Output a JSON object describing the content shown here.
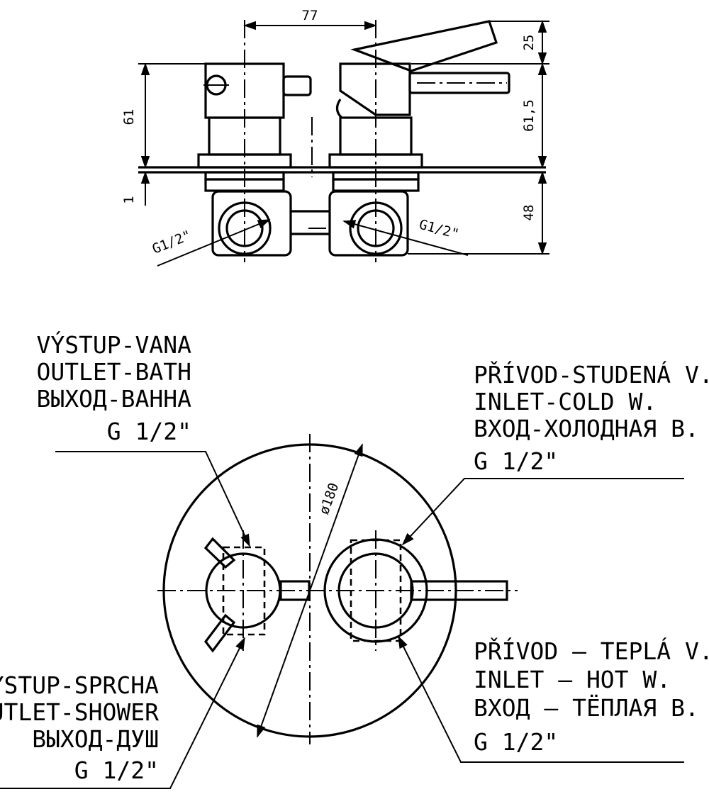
{
  "dimensions": {
    "spacing": "77",
    "lever_height": "25",
    "left_body_height": "61",
    "right_body_height": "61,5",
    "plate": "1",
    "depth": "48",
    "thread_left": "G1/2\"",
    "thread_right": "G1/2\"",
    "plate_diameter": "ø180"
  },
  "labels": {
    "outlet_bath": [
      "VÝSTUP-VANA",
      "OUTLET-BATH",
      "ВЫХОД-ВАННА",
      "G 1/2\""
    ],
    "inlet_cold": [
      "PŘÍVOD-STUDENÁ V.",
      "INLET-COLD W.",
      "ВХОД-ХОЛОДНАЯ В.",
      "G 1/2\""
    ],
    "inlet_hot": [
      "PŘÍVOD – TEPLÁ V.",
      "INLET – HOT W.",
      "ВХОД – ТЁПЛАЯ В.",
      "G 1/2\""
    ],
    "outlet_shower": [
      "VÝSTUP-SPRCHA",
      "OUTLET-SHOWER",
      "ВЫХОД-ДУШ",
      "G 1/2\""
    ]
  }
}
